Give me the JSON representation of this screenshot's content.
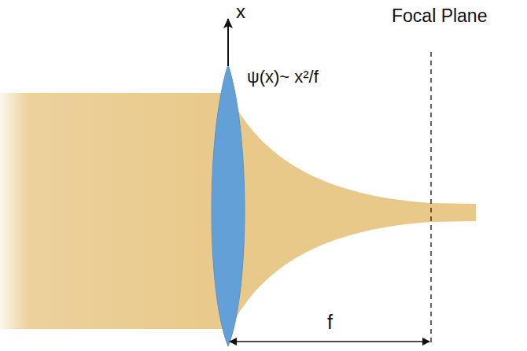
{
  "diagram": {
    "labels": [
      "x",
      "ψ(x)~ x²/f",
      "Focal Plane",
      "f"
    ]
  }
}
